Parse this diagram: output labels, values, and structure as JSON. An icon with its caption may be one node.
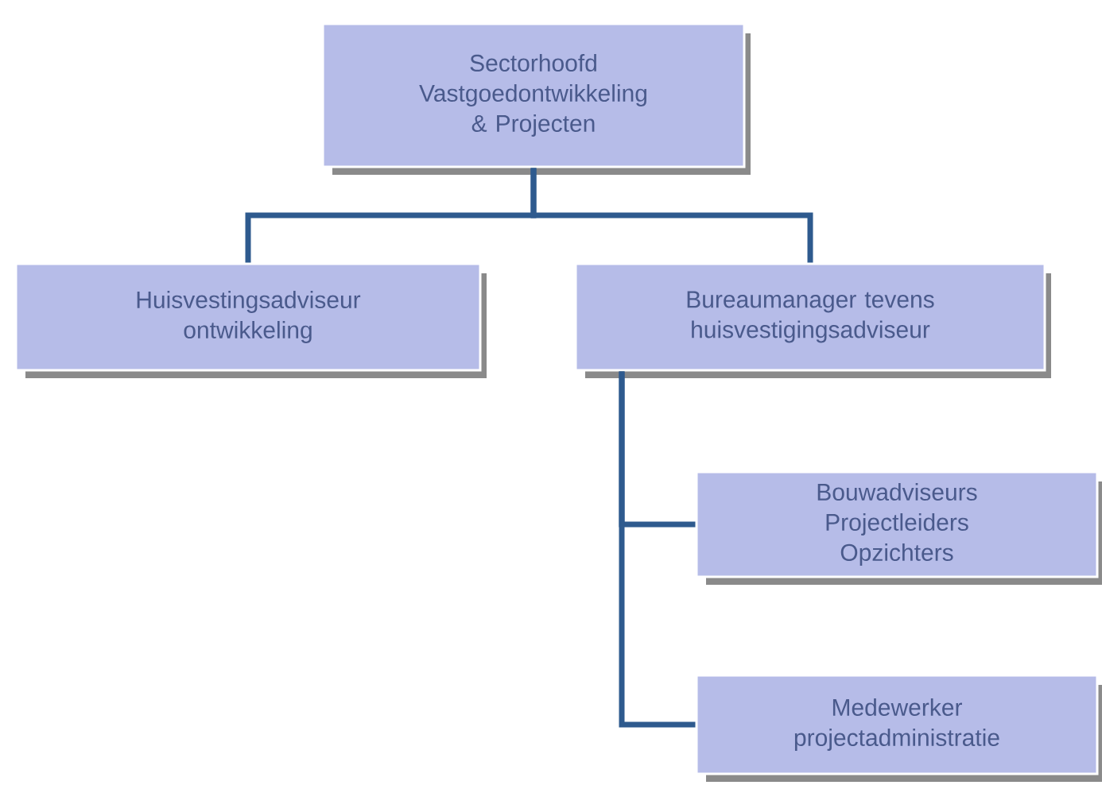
{
  "diagram": {
    "nodes": [
      {
        "text": [
          "Sectorhoofd Vastgoedontwikkeling & Projecten"
        ]
      },
      {
        "text": [
          "Huisvestingsadviseur ontwikkeling"
        ]
      },
      {
        "text": [
          "Bureaumanager tevens huisvestigingsadviseur"
        ]
      },
      {
        "text": [
          "Bouwadviseurs Projectleiders Opzichters"
        ]
      },
      {
        "text": [
          "Medewerker projectadministratie"
        ]
      }
    ],
    "edges": [
      {
        "from": 0,
        "to": 1,
        "arrow": "none"
      },
      {
        "from": 0,
        "to": 2,
        "arrow": "none"
      },
      {
        "from": 2,
        "to": 3,
        "arrow": "none"
      },
      {
        "from": 2,
        "to": 4,
        "arrow": "none"
      }
    ]
  }
}
